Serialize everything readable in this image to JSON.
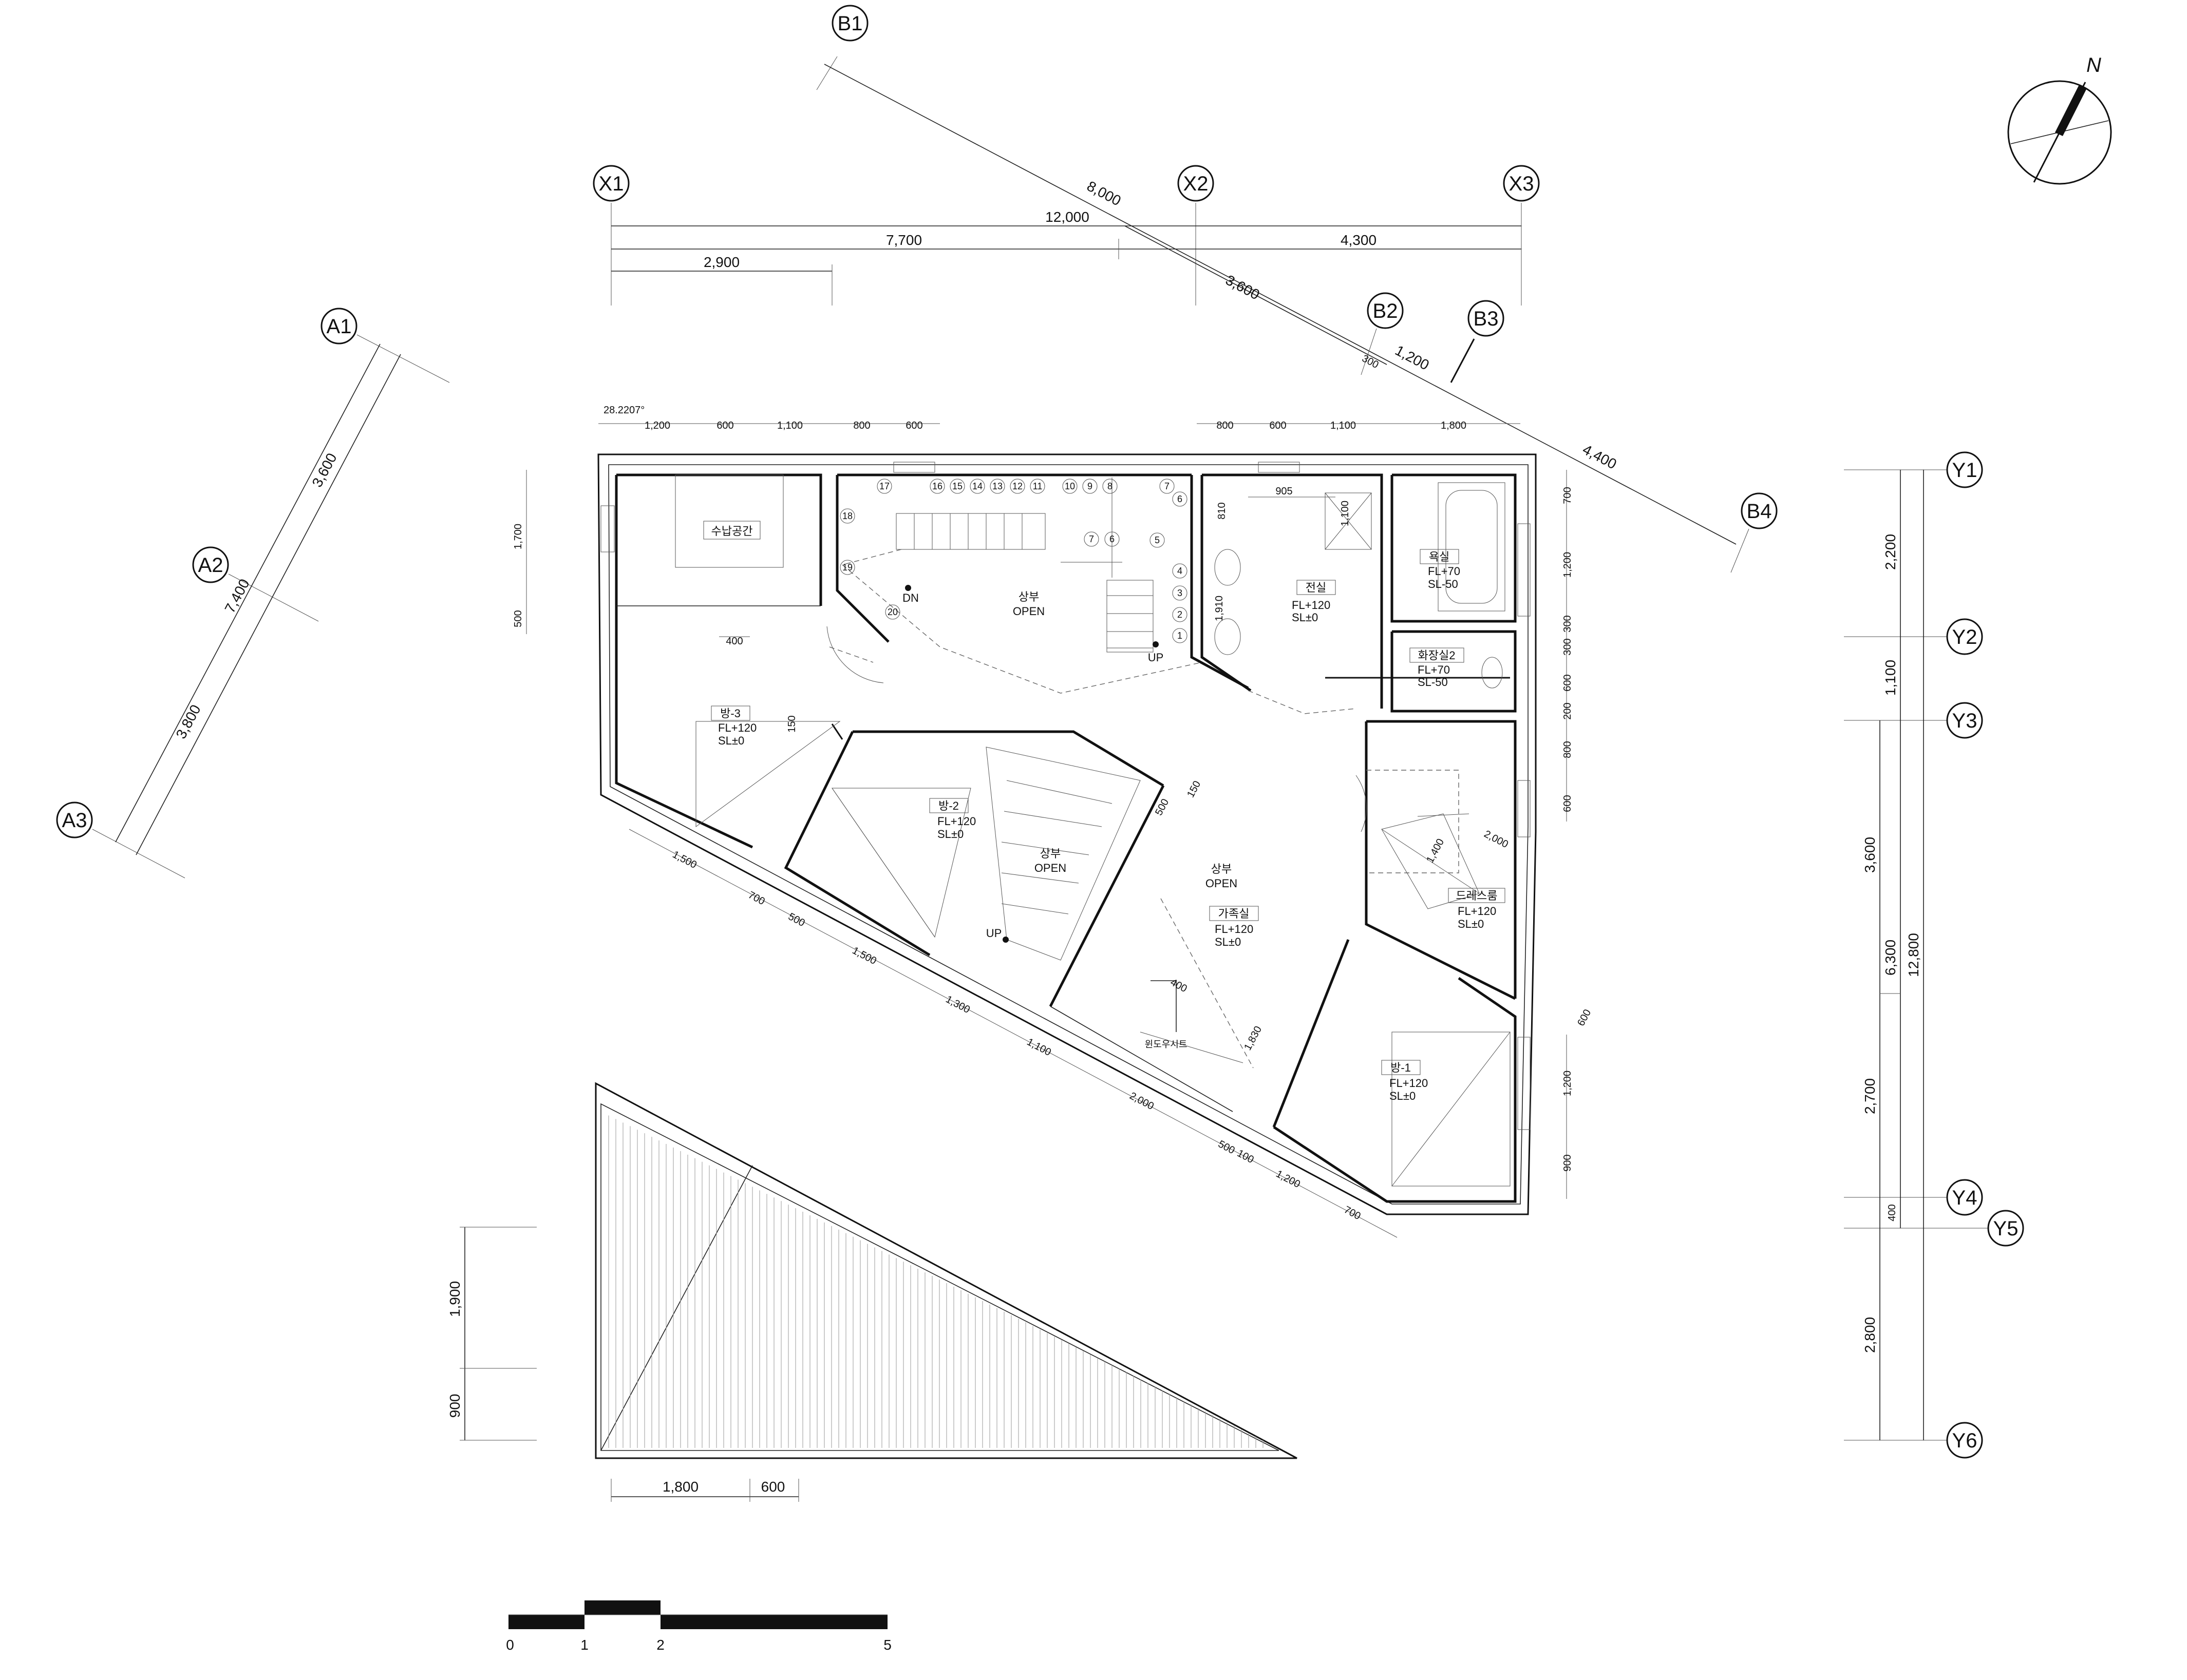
{
  "north": "N",
  "axes": {
    "X": [
      "X1",
      "X2",
      "X3"
    ],
    "Y": [
      "Y1",
      "Y2",
      "Y3",
      "Y4",
      "Y5",
      "Y6"
    ],
    "A": [
      "A1",
      "A2",
      "A3"
    ],
    "B": [
      "B1",
      "B2",
      "B3",
      "B4"
    ]
  },
  "dims": {
    "top": [
      "12,000",
      "7,700",
      "4,300",
      "2,900"
    ],
    "b_line": [
      "8,000",
      "3,600",
      "300",
      "1,200",
      "4,400"
    ],
    "a_line": [
      "3,600",
      "7,400",
      "3,800"
    ],
    "right_inner": [
      "2,200",
      "1,100",
      "3,600",
      "2,700",
      "400",
      "2,800"
    ],
    "right_outer": [
      "6,300",
      "12,800"
    ],
    "plan_top_left": [
      "28.2207°",
      "1,200",
      "600",
      "1,100",
      "800",
      "600"
    ],
    "plan_top_right": [
      "800",
      "600",
      "1,100",
      "1,800"
    ],
    "plan_left": [
      "1,700",
      "500"
    ],
    "plan_right": [
      "700",
      "1,200",
      "300",
      "300",
      "600",
      "200",
      "800",
      "600",
      "1,200",
      "900"
    ],
    "plan_bottom": [
      "1,500",
      "700",
      "500",
      "1,500",
      "1,300",
      "1,100",
      "2,000",
      "500",
      "100",
      "1,200",
      "700"
    ],
    "interior": [
      "905",
      "810",
      "1,100",
      "1,910",
      "400",
      "150",
      "500",
      "150",
      "1,400",
      "2,000",
      "400",
      "1,830",
      "600"
    ],
    "roof": [
      "1,900",
      "900",
      "1,800",
      "600"
    ]
  },
  "rooms": {
    "storage": "수납공간",
    "bath": {
      "name": "욕실",
      "fl": "FL+70",
      "sl": "SL-50"
    },
    "living": {
      "name": "전실",
      "fl": "FL+120",
      "sl": "SL±0"
    },
    "toilet2": {
      "name": "화장실2",
      "fl": "FL+70",
      "sl": "SL-50"
    },
    "room3": {
      "name": "방-3",
      "fl": "FL+120",
      "sl": "SL±0"
    },
    "room2": {
      "name": "방-2",
      "fl": "FL+120",
      "sl": "SL±0"
    },
    "dress": {
      "name": "드레스룸",
      "fl": "FL+120",
      "sl": "SL±0"
    },
    "family": {
      "name": "가족실",
      "fl": "FL+120",
      "sl": "SL±0"
    },
    "room1": {
      "name": "방-1",
      "fl": "FL+120",
      "sl": "SL±0"
    },
    "void_a": {
      "top": "상부",
      "bottom": "OPEN"
    },
    "void_b": {
      "top": "상부",
      "bottom": "OPEN"
    },
    "void_c": {
      "top": "상부",
      "bottom": "OPEN"
    },
    "window_seat": "윈도우시트",
    "dn": "DN",
    "up_a": "UP",
    "up_b": "UP"
  },
  "stairs": [
    "17",
    "16",
    "15",
    "14",
    "13",
    "12",
    "11",
    "10",
    "9",
    "8",
    "7",
    "6",
    "5",
    "4",
    "3",
    "2",
    "1",
    "18",
    "19",
    "20",
    "7",
    "6"
  ],
  "scale": [
    "0",
    "1",
    "2",
    "5"
  ]
}
